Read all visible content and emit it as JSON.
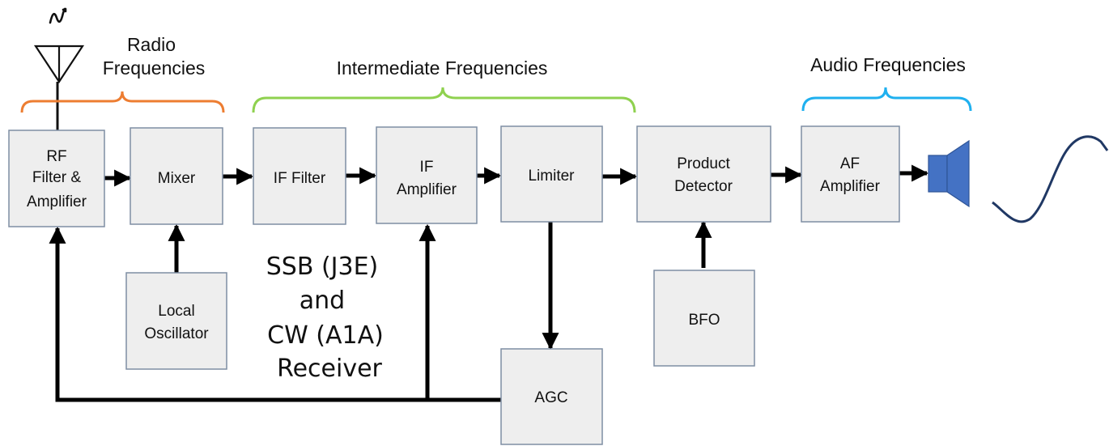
{
  "colors": {
    "box_fill": "#eeeeee",
    "box_border": "#7f8ea3",
    "rf_bracket": "#ed7d31",
    "if_bracket": "#8fd14f",
    "af_bracket": "#1fb0ef",
    "speaker": "#4472c4",
    "waveform": "#203864",
    "arrows": "#000000"
  },
  "bands": {
    "rf": [
      "Radio",
      "Frequencies"
    ],
    "if": "Intermediate Frequencies",
    "af": "Audio Frequencies"
  },
  "blocks": {
    "rf_amp": [
      "RF",
      "Filter &",
      "Amplifier"
    ],
    "mixer": "Mixer",
    "if_filter": "IF Filter",
    "if_amp": [
      "IF",
      "Amplifier"
    ],
    "limiter": "Limiter",
    "product_detector": [
      "Product",
      "Detector"
    ],
    "af_amp": [
      "AF",
      "Amplifier"
    ],
    "local_osc": [
      "Local",
      "Oscillator"
    ],
    "bfo": "BFO",
    "agc": "AGC"
  },
  "title": [
    "SSB (J3E)",
    "and",
    "CW (A1A)",
    "Receiver"
  ],
  "icons": [
    "antenna-icon",
    "small-sine-icon",
    "speaker-icon",
    "audio-sine-wave-icon"
  ]
}
